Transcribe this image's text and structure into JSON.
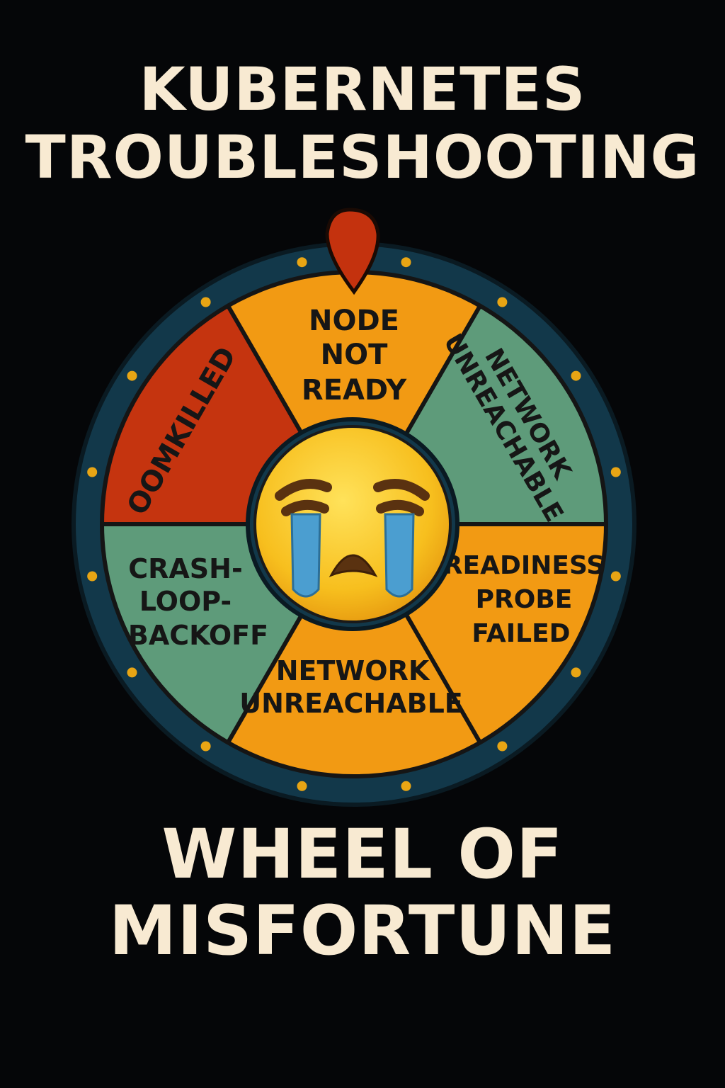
{
  "title": {
    "line1": "KUBERNETES",
    "line2": "TROUBLESHOOTING"
  },
  "subtitle": {
    "line1": "WHEEL OF",
    "line2": "MISFORTUNE"
  },
  "wheel": {
    "segments": [
      {
        "name": "node-not-ready",
        "lines": [
          "NODE",
          "NOT",
          "READY"
        ],
        "color": "#f29a13"
      },
      {
        "name": "network-unreachable-top",
        "lines": [
          "NETWORK",
          "UNREACHABLE"
        ],
        "color": "#5e9b7a"
      },
      {
        "name": "readiness-probe-failed",
        "lines": [
          "READINESS",
          "PROBE",
          "FAILED"
        ],
        "color": "#f29a13"
      },
      {
        "name": "network-unreachable-bottom",
        "lines": [
          "NETWORK",
          "UNREACHABLE"
        ],
        "color": "#f29a13"
      },
      {
        "name": "crash-loop-backoff",
        "lines": [
          "CRASH-",
          "LOOP-",
          "BACKOFF"
        ],
        "color": "#5e9b7a"
      },
      {
        "name": "oomkilled",
        "lines": [
          "OOMKILLED"
        ],
        "color": "#c5340f"
      }
    ],
    "rim_color": "#12384a",
    "peg_color": "#e8a514",
    "pointer_color": "#c4320e",
    "center_icon": "crying-face-icon"
  }
}
